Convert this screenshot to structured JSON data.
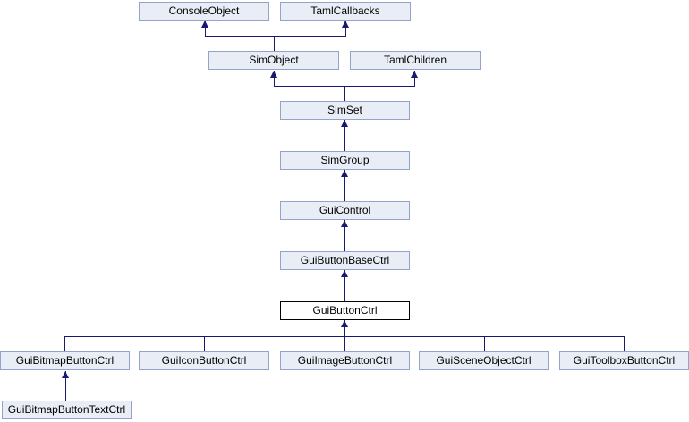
{
  "diagram": {
    "type": "class-inheritance-graph",
    "current_class": "GuiButtonCtrl",
    "nodes": [
      {
        "label": "ConsoleObject",
        "current": false
      },
      {
        "label": "TamlCallbacks",
        "current": false
      },
      {
        "label": "SimObject",
        "current": false
      },
      {
        "label": "TamlChildren",
        "current": false
      },
      {
        "label": "SimSet",
        "current": false
      },
      {
        "label": "SimGroup",
        "current": false
      },
      {
        "label": "GuiControl",
        "current": false
      },
      {
        "label": "GuiButtonBaseCtrl",
        "current": false
      },
      {
        "label": "GuiButtonCtrl",
        "current": true
      },
      {
        "label": "GuiBitmapButtonCtrl",
        "current": false
      },
      {
        "label": "GuiIconButtonCtrl",
        "current": false
      },
      {
        "label": "GuiImageButtonCtrl",
        "current": false
      },
      {
        "label": "GuiSceneObjectCtrl",
        "current": false
      },
      {
        "label": "GuiToolboxButtonCtrl",
        "current": false
      },
      {
        "label": "GuiBitmapButtonTextCtrl",
        "current": false
      }
    ],
    "edges": [
      {
        "child": "SimObject",
        "parent": "ConsoleObject"
      },
      {
        "child": "SimObject",
        "parent": "TamlCallbacks"
      },
      {
        "child": "SimSet",
        "parent": "SimObject"
      },
      {
        "child": "SimSet",
        "parent": "TamlChildren"
      },
      {
        "child": "SimGroup",
        "parent": "SimSet"
      },
      {
        "child": "GuiControl",
        "parent": "SimGroup"
      },
      {
        "child": "GuiButtonBaseCtrl",
        "parent": "GuiControl"
      },
      {
        "child": "GuiButtonCtrl",
        "parent": "GuiButtonBaseCtrl"
      },
      {
        "child": "GuiBitmapButtonCtrl",
        "parent": "GuiButtonCtrl"
      },
      {
        "child": "GuiIconButtonCtrl",
        "parent": "GuiButtonCtrl"
      },
      {
        "child": "GuiImageButtonCtrl",
        "parent": "GuiButtonCtrl"
      },
      {
        "child": "GuiSceneObjectCtrl",
        "parent": "GuiButtonCtrl"
      },
      {
        "child": "GuiToolboxButtonCtrl",
        "parent": "GuiButtonCtrl"
      },
      {
        "child": "GuiBitmapButtonTextCtrl",
        "parent": "GuiBitmapButtonCtrl"
      }
    ],
    "colors": {
      "node_fill": "#E9EDF5",
      "node_border": "#95A2CC",
      "current_node_fill": "#FFFFFF",
      "current_node_border": "#000000",
      "edge": "#191970",
      "text": "#000000",
      "background": "#FFFFFF"
    }
  }
}
